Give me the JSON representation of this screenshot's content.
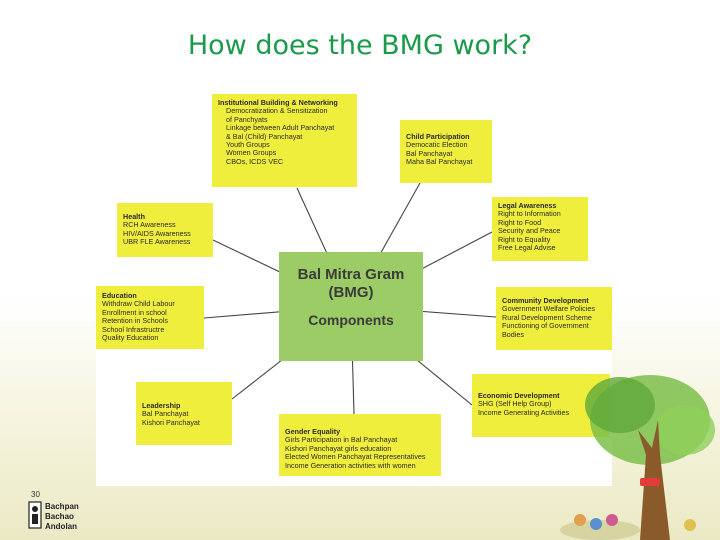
{
  "title": "How does the BMG work?",
  "center": {
    "line1": "Bal Mitra Gram",
    "line2": "(BMG)",
    "line3": "Components"
  },
  "boxes": {
    "institutional": {
      "heading": "Institutional Building & Networking",
      "items": [
        "Democratization & Sensitization",
        "of Panchyats",
        "Linkage between Adult Panchayat",
        "& Bal (Child) Panchayat",
        "Youth Groups",
        "Women Groups",
        "CBOs, ICDS VEC"
      ]
    },
    "child": {
      "heading": "Child Participation",
      "items": [
        "Democatic Election",
        "Bal Panchayat",
        "Maha Bal Panchayat"
      ]
    },
    "health": {
      "heading": "Health",
      "items": [
        "RCH Awareness",
        "HIV/AIDS Awareness",
        "UBR FLE Awareness"
      ]
    },
    "legal": {
      "heading": "Legal Awareness",
      "items": [
        "Right to Information",
        "Right to Food",
        "Security and Peace",
        "Right to Equality",
        "Free Legal Advise"
      ]
    },
    "education": {
      "heading": "Education",
      "items": [
        "Withdraw Child Labour",
        "Enrollment in school",
        "Retention in Schools",
        "School Infrastructre",
        "Quality Education"
      ]
    },
    "community": {
      "heading": "Community Development",
      "items": [
        "Government Welfare Policies",
        "Rural Development Scheme",
        "Functioning of Government",
        "Bodies"
      ]
    },
    "leadership": {
      "heading": "Leadership",
      "items": [
        "Bal Panchayat",
        "Kishori Panchayat"
      ]
    },
    "economic": {
      "heading": "Economic Development",
      "items": [
        "SHG (Self Help Group)",
        "Income Generating Activities"
      ]
    },
    "gender": {
      "heading": "Gender Equality",
      "items": [
        "Girls Participation in Bal Panchayat",
        "Kishori Panchayat girls education",
        "Elected Women Panchayat Representatives",
        "Income Generation activities with women"
      ]
    }
  },
  "footer": {
    "slide_number": "30",
    "logo_line1": "Bachpan",
    "logo_line2": "Bachao",
    "logo_line3": "Andolan"
  },
  "colors": {
    "title": "#1a9a4a",
    "box": "#f0ee3c",
    "center": "#9ccc65"
  }
}
